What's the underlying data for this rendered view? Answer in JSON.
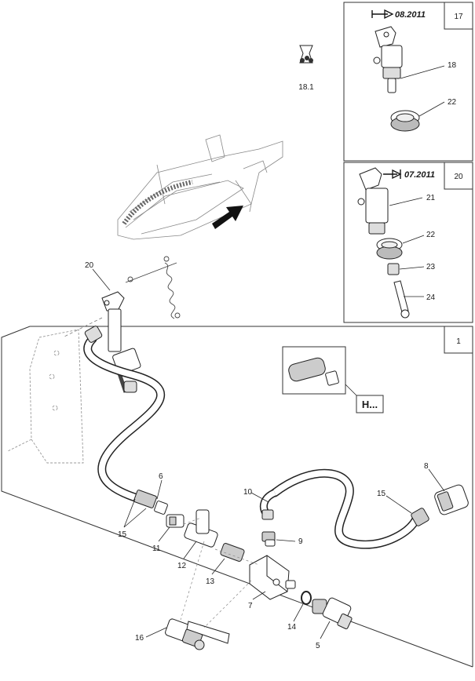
{
  "panels": {
    "top": {
      "number": "17",
      "date": "08.2011"
    },
    "mid": {
      "number": "20",
      "date": "07.2011"
    },
    "main": {
      "number": "1"
    }
  },
  "grease_symbol_label": "18.1",
  "detail_ref": "H...",
  "callouts": {
    "c18": "18",
    "c22a": "22",
    "c21": "21",
    "c22b": "22",
    "c23": "23",
    "c24": "24",
    "c20": "20",
    "c6": "6",
    "c15a": "15",
    "c11": "11",
    "c12": "12",
    "c13": "13",
    "c7": "7",
    "c14": "14",
    "c5": "5",
    "c16": "16",
    "c10": "10",
    "c9": "9",
    "c15b": "15",
    "c8": "8"
  }
}
